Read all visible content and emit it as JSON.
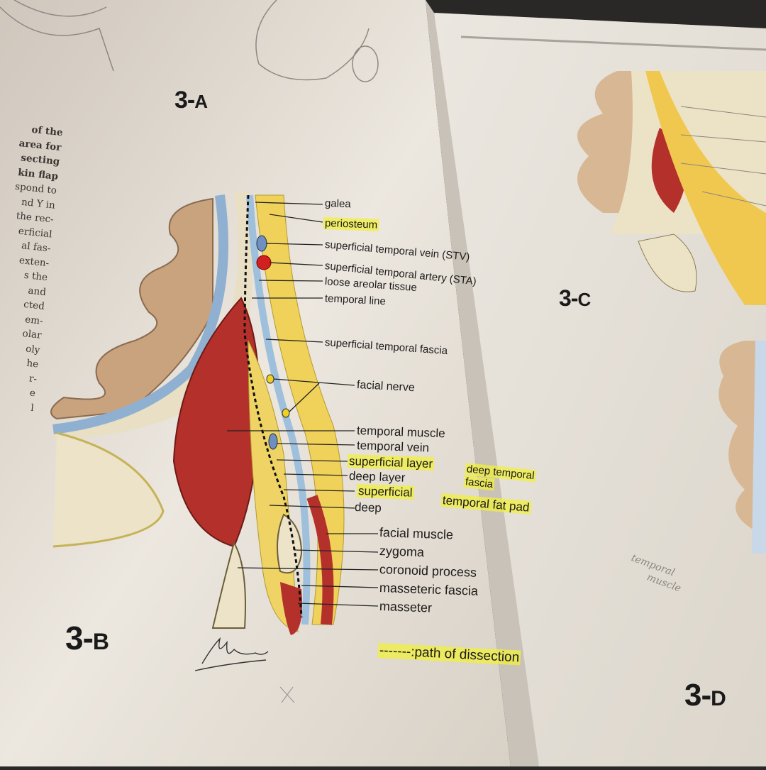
{
  "figures": {
    "a": "3-",
    "a_s": "A",
    "b": "3-",
    "b_s": "B",
    "c": "3-",
    "c_s": "C",
    "d": "3-",
    "d_s": "D"
  },
  "side_text": [
    "of the",
    "area for",
    "secting",
    "kin flap",
    "spond to",
    "nd Y in",
    "the rec-",
    "erficial",
    "al fas-",
    "exten-",
    "s the",
    "and",
    "cted",
    "em-",
    "olar",
    "oly",
    "he",
    "r-",
    "e",
    "l"
  ],
  "labels": {
    "galea": "galea",
    "periosteum": "periosteum",
    "stv": "superficial temporal vein (STV)",
    "sta": "superficial temporal artery (STA)",
    "loose": "loose areolar tissue",
    "tline": "temporal line",
    "stf": "superficial temporal fascia",
    "facial_nerve": "facial nerve",
    "tmuscle": "temporal muscle",
    "tvein": "temporal vein",
    "sup_layer": "superficial layer",
    "deep_layer": "deep layer",
    "dtf": "deep temporal",
    "dtf2": "fascia",
    "sup": "superficial",
    "deep": "deep",
    "tfp": "temporal fat pad",
    "fmuscle": "facial muscle",
    "zygoma": "zygoma",
    "coronoid": "coronoid process",
    "mfascia": "masseteric fascia",
    "masseter": "masseter",
    "legend": "-------:path of dissection"
  },
  "handwritten_note": [
    "temporal",
    "muscle"
  ],
  "signature": "M.Baba",
  "colors": {
    "highlight": "#f0f03c",
    "page": "#e9e4dc",
    "muscle": "#b4302a",
    "fat": "#f0d25a",
    "bone": "#e6dcc0",
    "brain": "#c9a27e"
  }
}
